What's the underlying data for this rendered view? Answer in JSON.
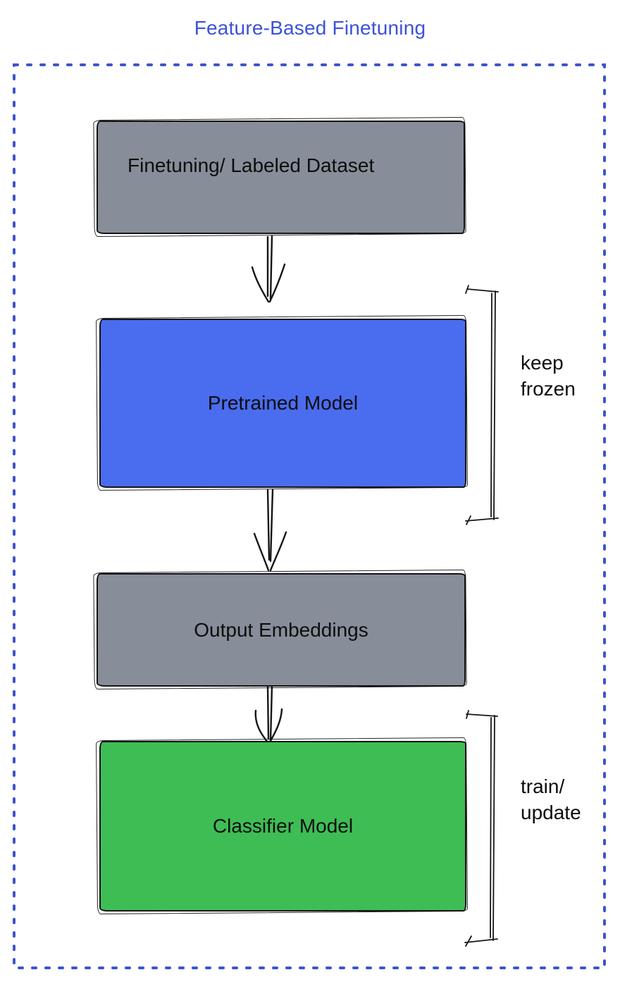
{
  "title": "Feature-Based Finetuning",
  "colors": {
    "title_blue": "#3c52d9",
    "dashed_border_blue": "#3c55cb",
    "box_gray": "#878e99",
    "box_blue": "#4a6cee",
    "box_green": "#3ebd55",
    "stroke_black": "#161616"
  },
  "boxes": {
    "dataset": {
      "label": "Finetuning/ Labeled Dataset",
      "fill": "gray"
    },
    "pretrained": {
      "label": "Pretrained Model",
      "fill": "blue"
    },
    "embeddings": {
      "label": "Output Embeddings",
      "fill": "gray"
    },
    "classifier": {
      "label": "Classifier Model",
      "fill": "green"
    }
  },
  "annotations": {
    "keep_frozen": {
      "line1": "keep",
      "line2": "frozen"
    },
    "train_update": {
      "line1": "train/",
      "line2": "update"
    }
  }
}
